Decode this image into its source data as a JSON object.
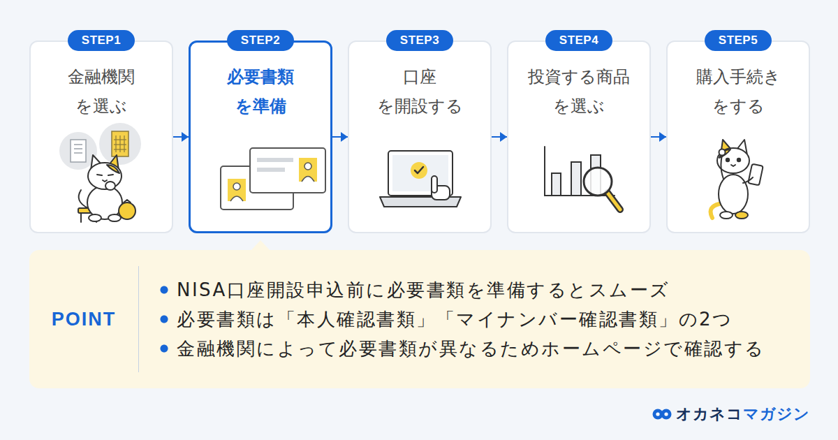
{
  "diagram": {
    "nodes": [
      {
        "text": [
          "STEP1",
          "金融機関 を選ぶ"
        ]
      },
      {
        "text": [
          "STEP2",
          "必要書類 を準備"
        ]
      },
      {
        "text": [
          "STEP3",
          "口座 を開設する"
        ]
      },
      {
        "text": [
          "STEP4",
          "投資する商品 を選ぶ"
        ]
      },
      {
        "text": [
          "STEP5",
          "購入手続き をする"
        ]
      },
      {
        "text": [
          "POINT",
          "NISA口座開設申込前に必要書類を準備するとスムーズ",
          "必要書類は「本人確認書類」「マイナンバー確認書類」の2つ",
          "金融機関によって必要書類が異なるためホームページで確認する"
        ]
      }
    ],
    "edges": [
      {
        "from": 0,
        "to": 1,
        "arrow": "to"
      },
      {
        "from": 1,
        "to": 2,
        "arrow": "to"
      },
      {
        "from": 2,
        "to": 3,
        "arrow": "to"
      },
      {
        "from": 3,
        "to": 4,
        "arrow": "to"
      }
    ],
    "labels": [
      "オカネコ",
      "マガジン"
    ]
  }
}
